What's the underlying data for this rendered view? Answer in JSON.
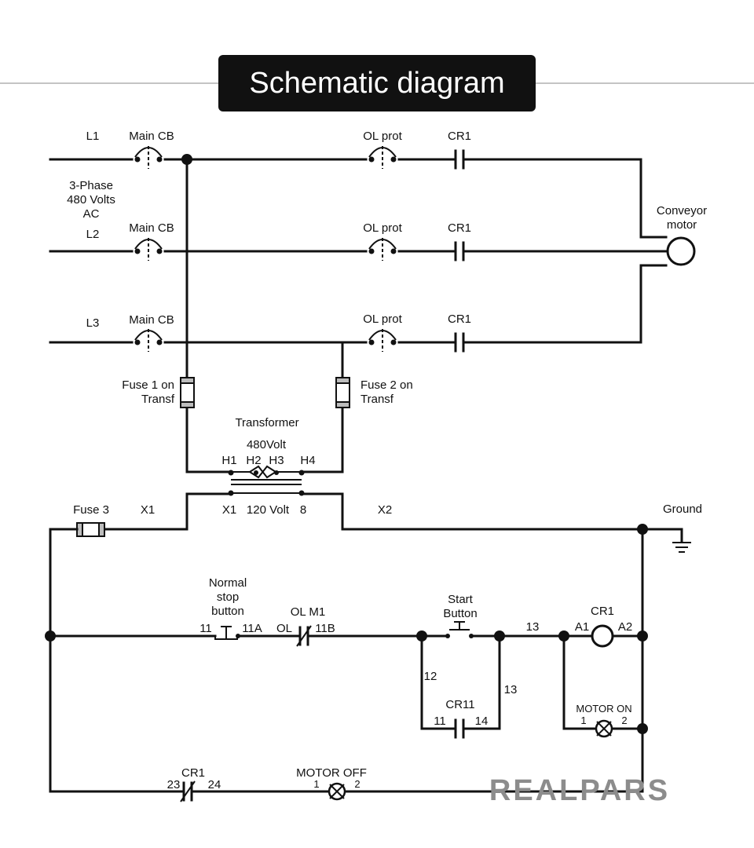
{
  "title": "Schematic diagram",
  "colors": {
    "title_bg": "#111111",
    "title_fg": "#ffffff",
    "wire": "#111111",
    "logo": "#8c8c8c",
    "fuse_fill": "#bdbdbd"
  },
  "power": {
    "lines": [
      "L1",
      "L2",
      "L3"
    ],
    "supply": [
      "3-Phase",
      "480 Volts",
      "AC"
    ],
    "main_cb": "Main CB",
    "ol_prot": "OL prot",
    "contact": "CR1",
    "motor": [
      "Conveyor",
      "motor"
    ]
  },
  "transformer": {
    "fuse1": [
      "Fuse 1 on",
      "Transf"
    ],
    "fuse2": [
      "Fuse 2 on",
      "Transf"
    ],
    "name": "Transformer",
    "primary_voltage": "480Volt",
    "h1": "H1",
    "h2": "H2",
    "h3": "H3",
    "h4": "H4",
    "x1": "X1",
    "secondary_voltage": "120 Volt",
    "x2_terminal": "8"
  },
  "control": {
    "fuse3": "Fuse 3",
    "x1": "X1",
    "x2": "X2",
    "ground": "Ground",
    "stop_button": [
      "Normal",
      "stop",
      "button"
    ],
    "stop_t1": "11",
    "stop_t2": "11A",
    "ol_m1": "OL M1",
    "ol": "OL",
    "ol_t2": "11B",
    "start_button": [
      "Start",
      "Button"
    ],
    "wire_13a": "13",
    "cr1_coil": "CR1",
    "a1": "A1",
    "a2": "A2",
    "wire_12": "12",
    "wire_13b": "13",
    "cr11": "CR11",
    "cr11_t1": "11",
    "cr11_t2": "14",
    "motor_on": "MOTOR ON",
    "motor_on_t1": "1",
    "motor_on_t2": "2",
    "cr1_bottom": "CR1",
    "cr1_t1": "23",
    "cr1_t2": "24",
    "motor_off": "MOTOR OFF",
    "motor_off_t1": "1",
    "motor_off_t2": "2"
  },
  "logo": "REALPARS"
}
